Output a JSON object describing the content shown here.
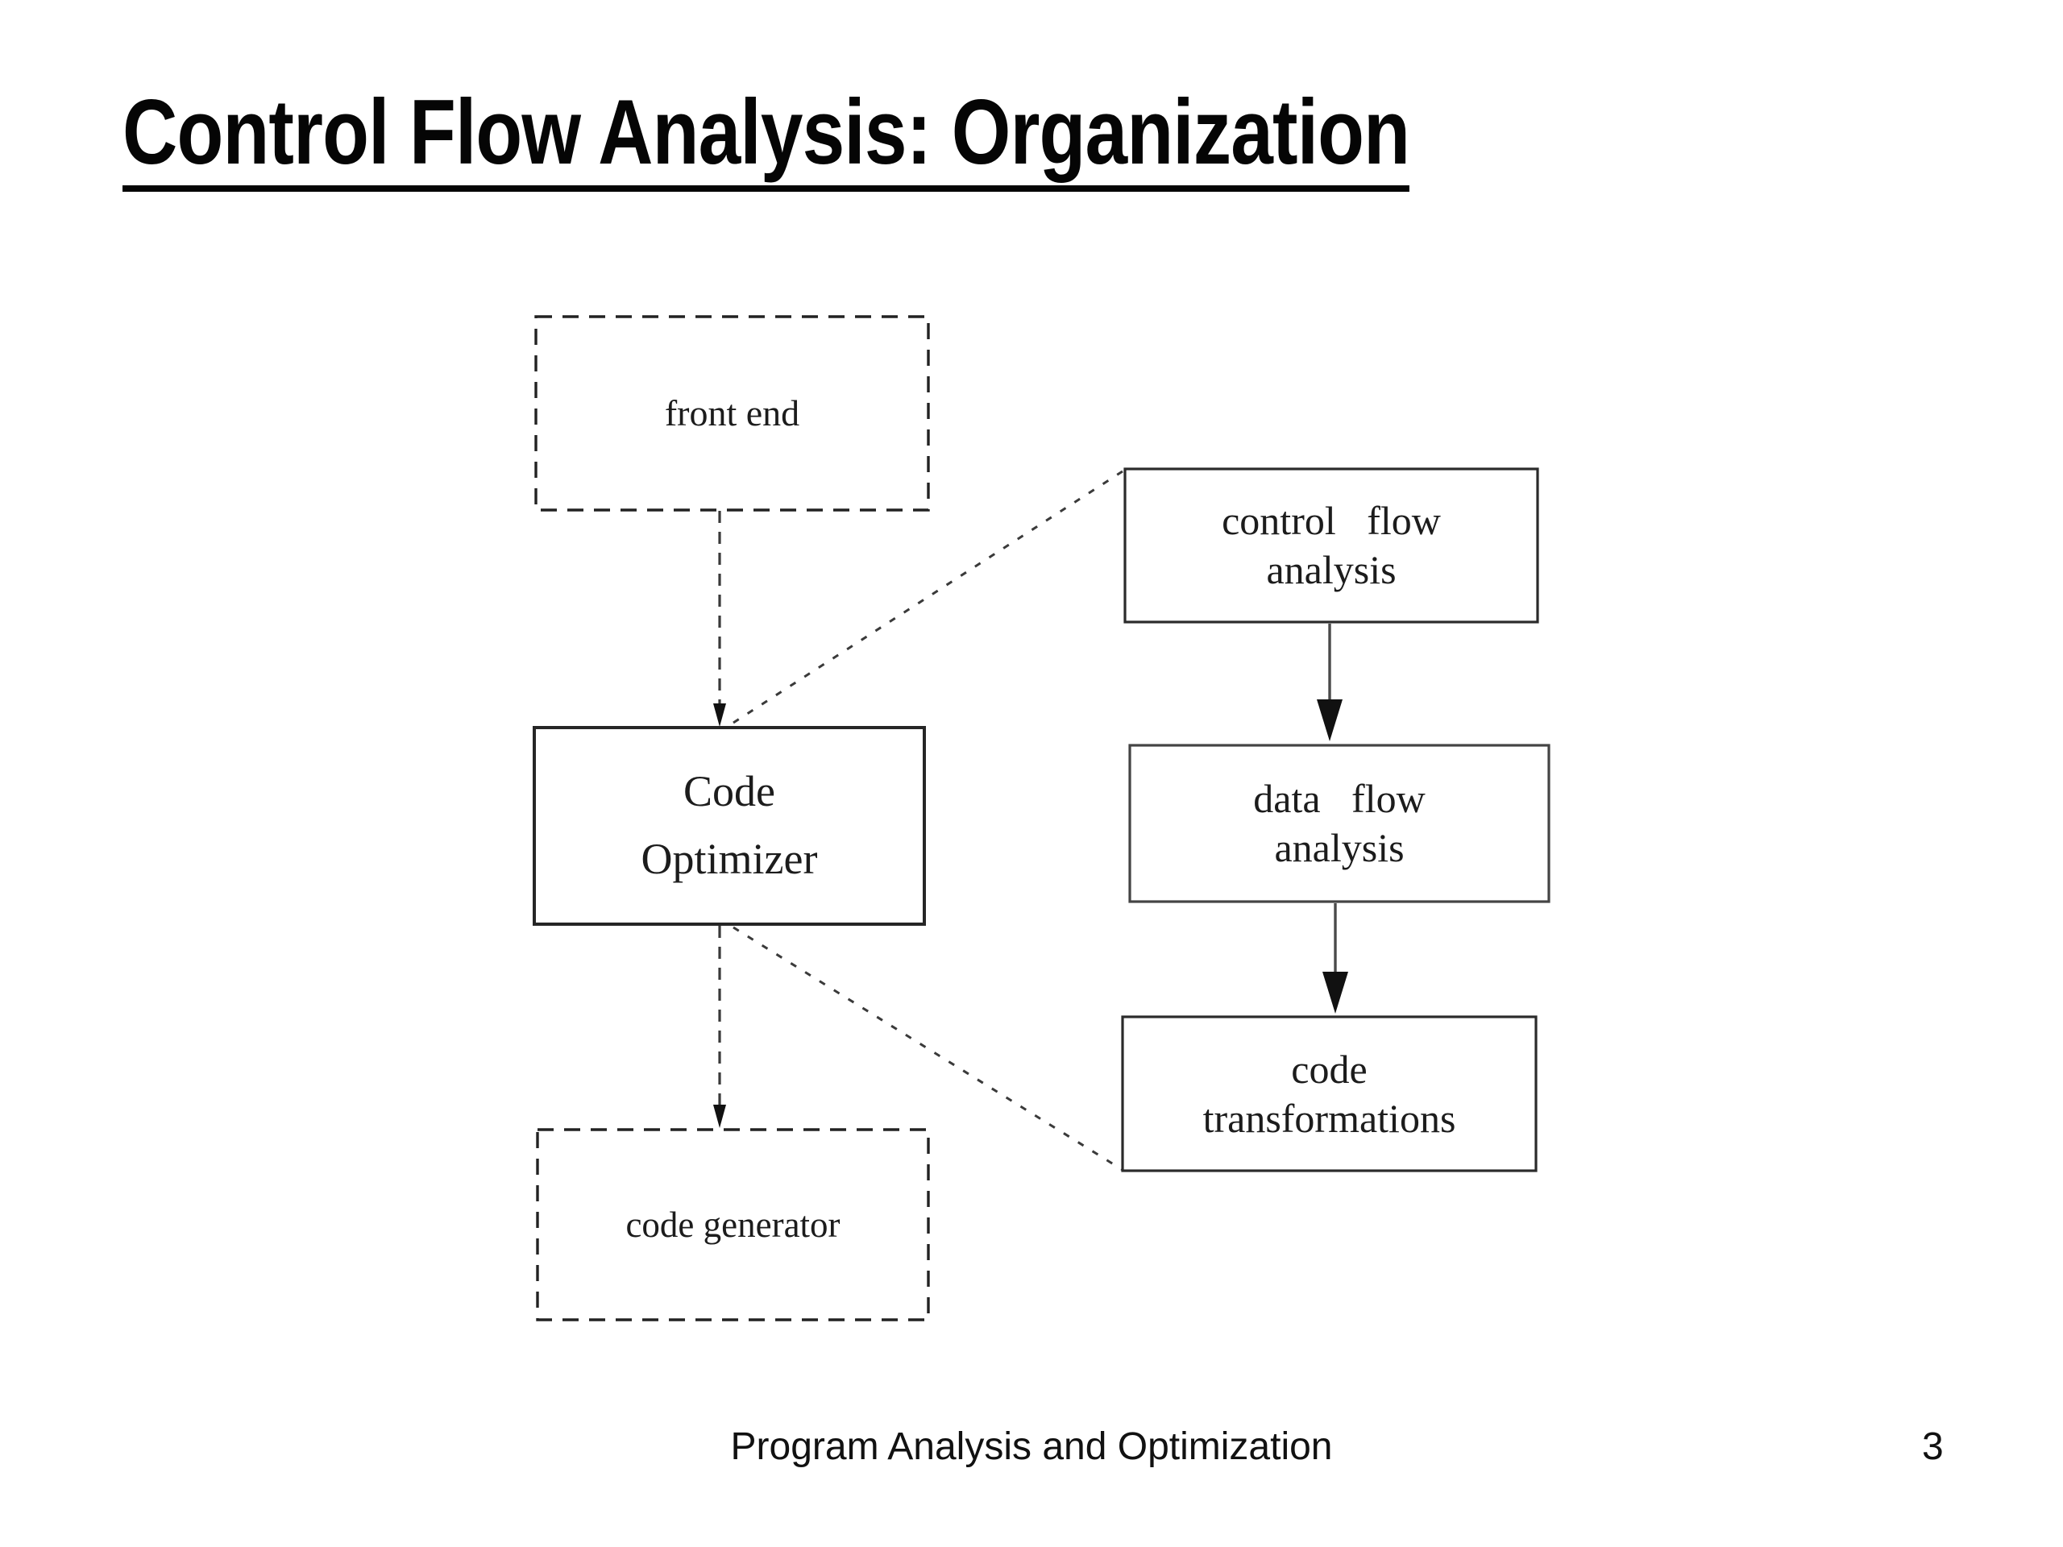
{
  "slide": {
    "title": "Control Flow Analysis: Organization",
    "footer": {
      "center_text": "Program Analysis and Optimization",
      "page_number": "3"
    }
  },
  "diagram": {
    "boxes": {
      "front_end": {
        "label": "front end",
        "border_style": "dashed"
      },
      "code_optimizer": {
        "line1": "Code",
        "line2": "Optimizer",
        "border_style": "solid"
      },
      "code_generator": {
        "label": "code generator",
        "border_style": "dashed"
      },
      "control_flow_analysis": {
        "line1": "control flow",
        "line2": "analysis",
        "border_style": "solid"
      },
      "data_flow_analysis": {
        "line1": "data flow",
        "line2": "analysis",
        "border_style": "solid"
      },
      "code_transformations": {
        "line1": "code",
        "line2": "transformations",
        "border_style": "solid"
      }
    },
    "connectors": [
      {
        "from": "front_end",
        "to": "code_optimizer",
        "style": "dashed-arrow"
      },
      {
        "from": "code_optimizer",
        "to": "code_generator",
        "style": "dashed-arrow"
      },
      {
        "from": "control_flow_analysis",
        "to": "data_flow_analysis",
        "style": "solid-arrow"
      },
      {
        "from": "data_flow_analysis",
        "to": "code_transformations",
        "style": "solid-arrow"
      },
      {
        "from": "code_optimizer-top",
        "to": "control_flow_analysis-top-left",
        "style": "dashed-expansion-line"
      },
      {
        "from": "code_optimizer-bottom",
        "to": "code_transformations-bottom-left",
        "style": "dashed-expansion-line"
      }
    ],
    "colors": {
      "background": "#ffffff",
      "box_border": "#2b2b2b",
      "connector_line": "#3a3a3a",
      "arrowhead": "#111111",
      "text": "#1c1c1c"
    }
  }
}
